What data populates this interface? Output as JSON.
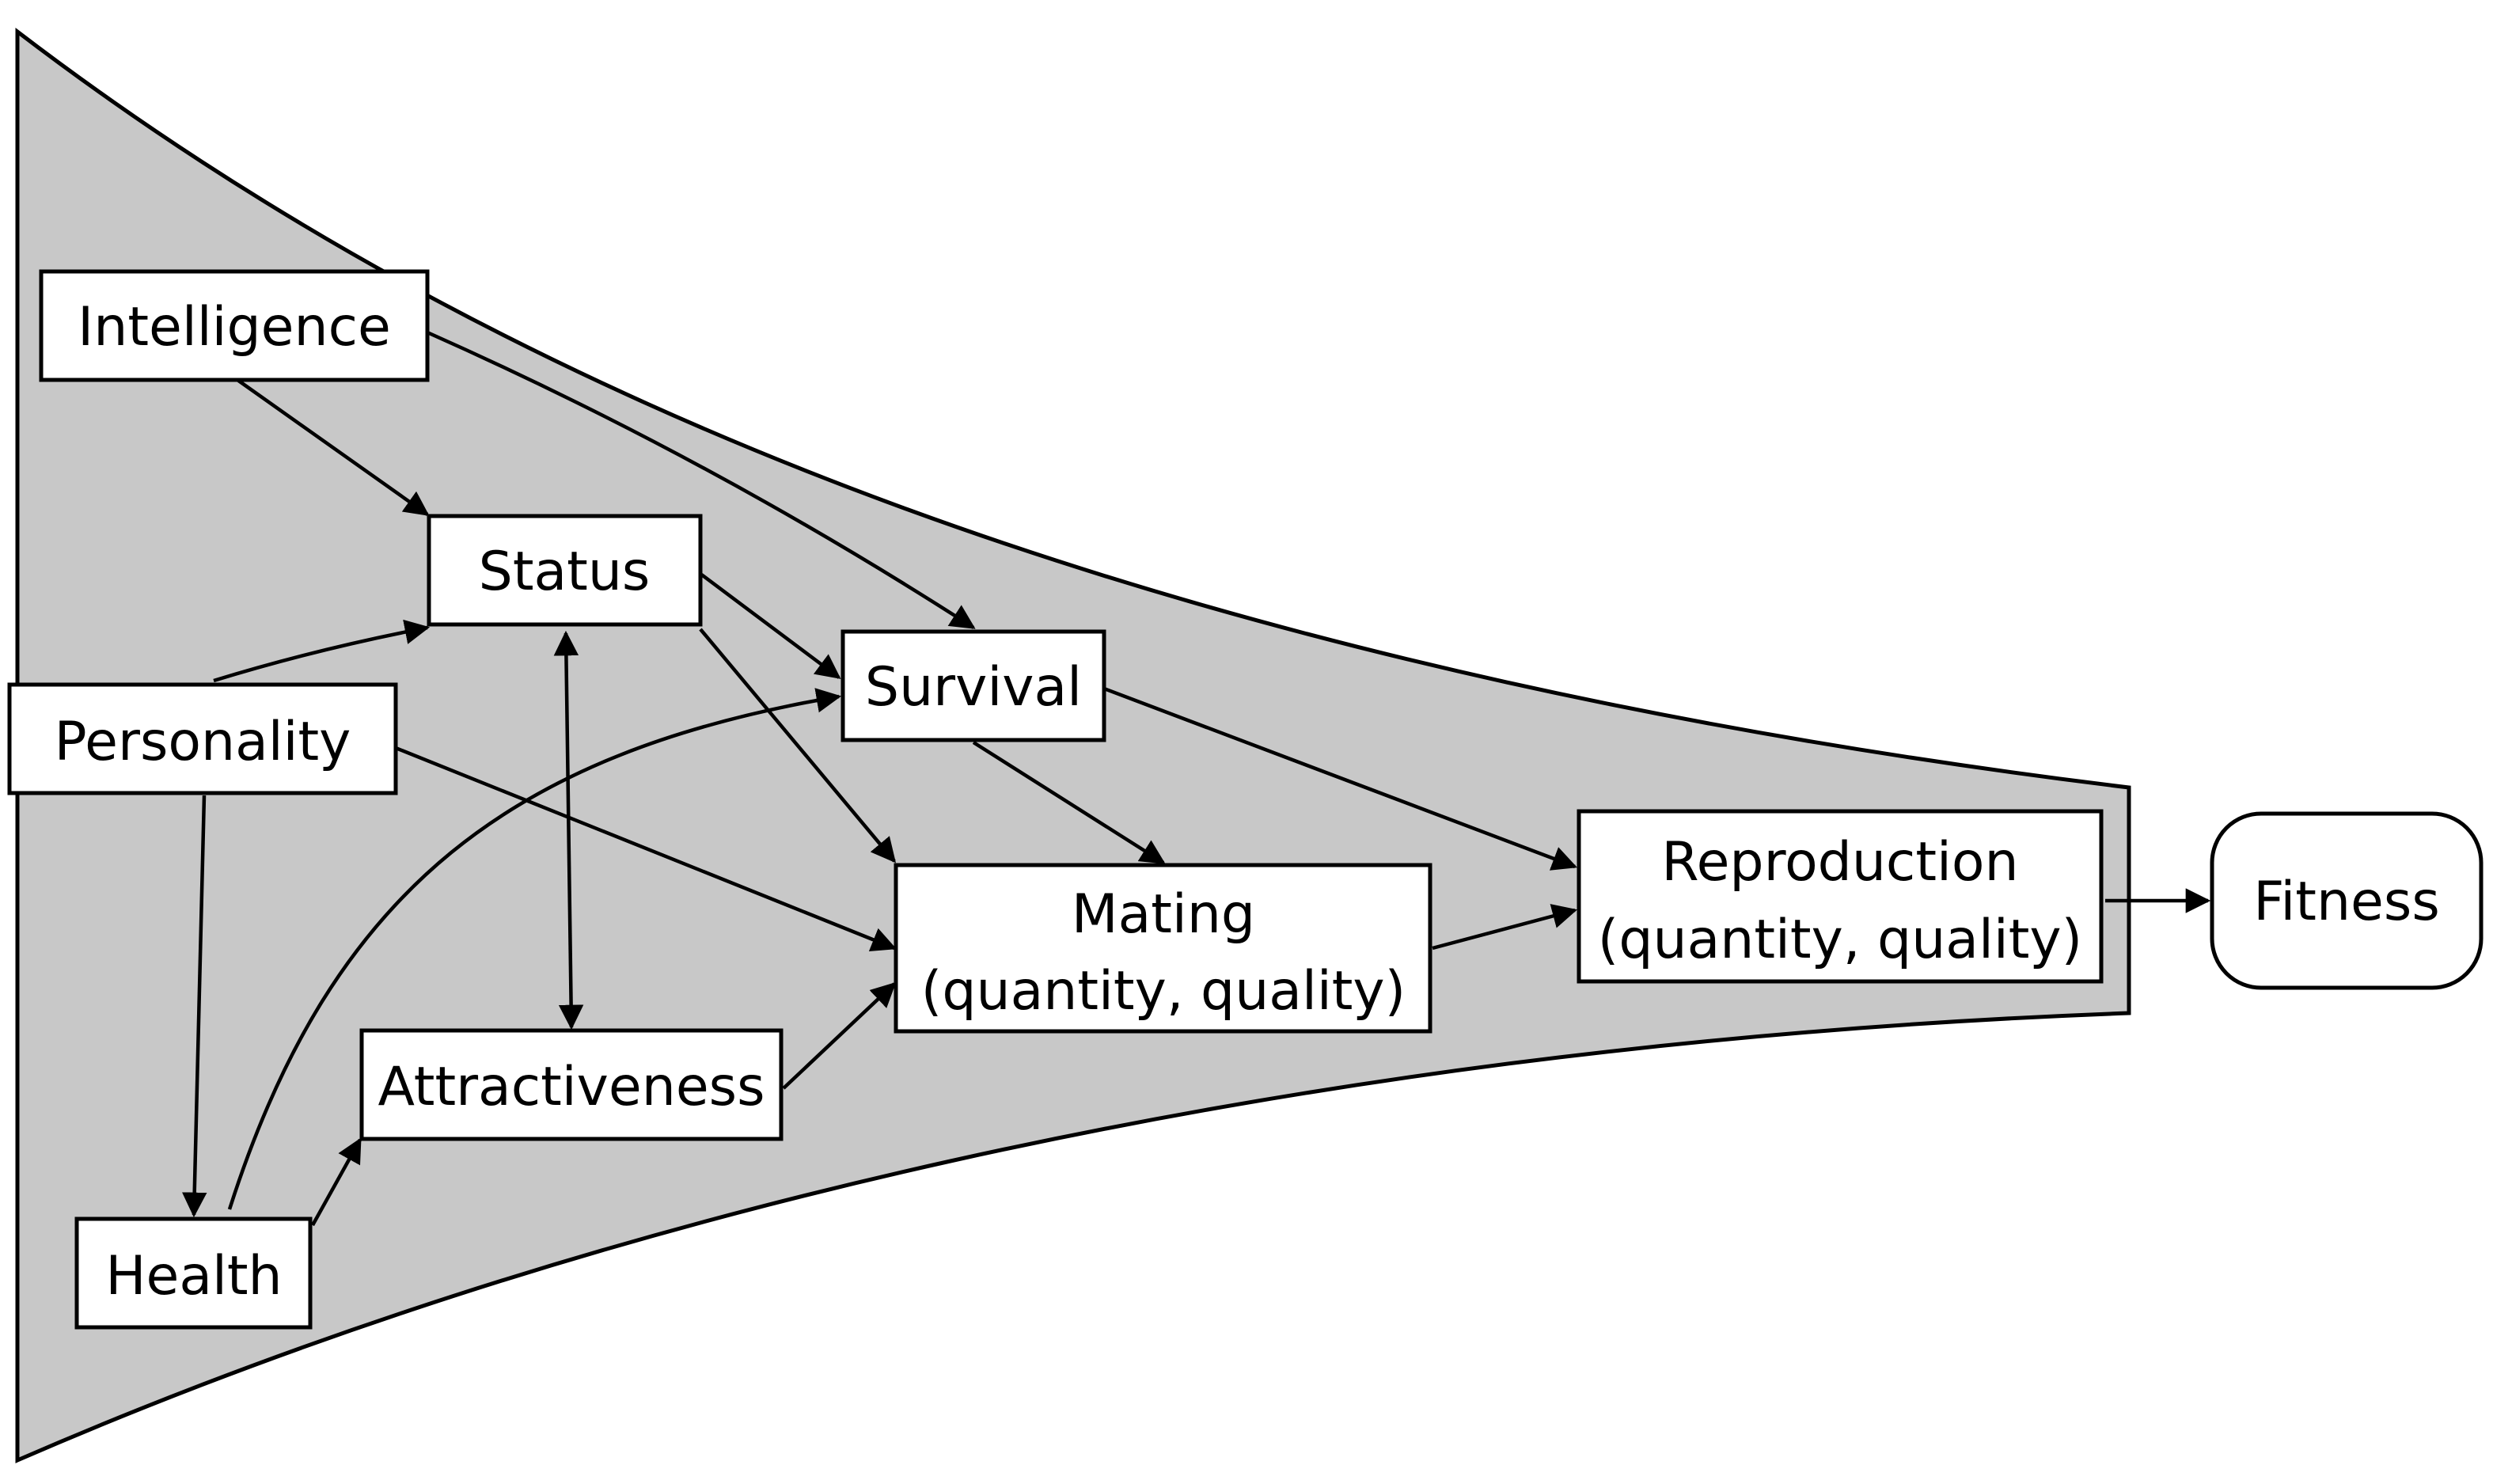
{
  "diagram": {
    "funnel_color": "#c8c8c8",
    "nodes": [
      {
        "id": "intelligence",
        "lines": [
          "Intelligence"
        ]
      },
      {
        "id": "status",
        "lines": [
          "Status"
        ]
      },
      {
        "id": "personality",
        "lines": [
          "Personality"
        ]
      },
      {
        "id": "survival",
        "lines": [
          "Survival"
        ]
      },
      {
        "id": "mating",
        "lines": [
          "Mating",
          "(quantity, quality)"
        ]
      },
      {
        "id": "attractiveness",
        "lines": [
          "Attractiveness"
        ]
      },
      {
        "id": "health",
        "lines": [
          "Health"
        ]
      },
      {
        "id": "reproduction",
        "lines": [
          "Reproduction",
          "(quantity, quality)"
        ]
      },
      {
        "id": "fitness",
        "lines": [
          "Fitness"
        ]
      }
    ],
    "edges": [
      {
        "from": "intelligence",
        "to": "status"
      },
      {
        "from": "intelligence",
        "to": "survival"
      },
      {
        "from": "personality",
        "to": "status"
      },
      {
        "from": "personality",
        "to": "mating"
      },
      {
        "from": "personality",
        "to": "health"
      },
      {
        "from": "status",
        "to": "survival"
      },
      {
        "from": "status",
        "to": "mating"
      },
      {
        "from": "status",
        "to": "attractiveness",
        "bidirectional": true
      },
      {
        "from": "health",
        "to": "survival"
      },
      {
        "from": "health",
        "to": "attractiveness"
      },
      {
        "from": "attractiveness",
        "to": "mating"
      },
      {
        "from": "survival",
        "to": "mating"
      },
      {
        "from": "survival",
        "to": "reproduction"
      },
      {
        "from": "mating",
        "to": "reproduction"
      },
      {
        "from": "reproduction",
        "to": "fitness"
      }
    ]
  }
}
